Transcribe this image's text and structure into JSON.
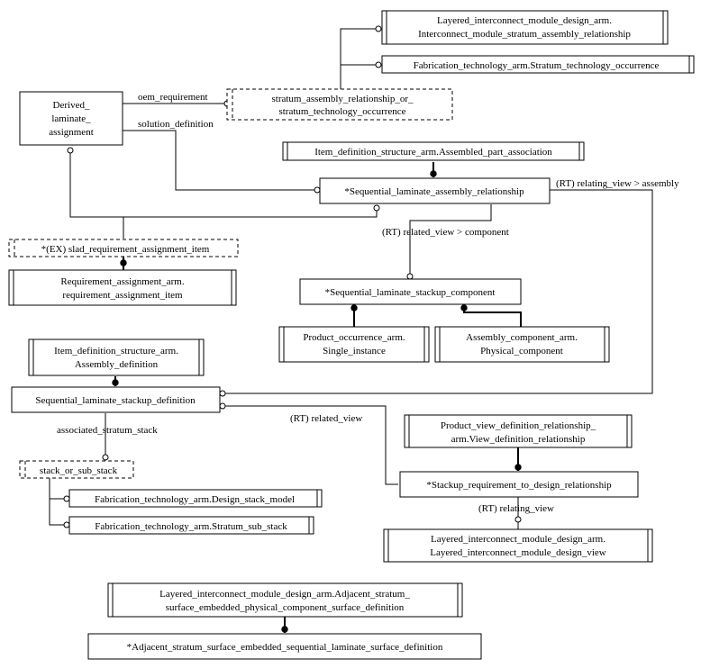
{
  "entities": {
    "derived_laminate_assignment": [
      "Derived_",
      "laminate_",
      "assignment"
    ],
    "layered_interconnect_stratum": [
      "Layered_interconnect_module_design_arm.",
      "Interconnect_module_stratum_assembly_relationship"
    ],
    "fab_stratum_tech_occ": [
      "Fabrication_technology_arm.Stratum_technology_occurrence"
    ],
    "stratum_select": [
      "stratum_assembly_relationship_or_",
      "stratum_technology_occurrence"
    ],
    "item_def_assembled": [
      "Item_definition_structure_arm.Assembled_part_association"
    ],
    "seq_laminate_assembly": [
      "*Sequential_laminate_assembly_relationship"
    ],
    "slad_select": [
      "*(EX) slad_requirement_assignment_item"
    ],
    "req_assignment": [
      "Requirement_assignment_arm.",
      "requirement_assignment_item"
    ],
    "seq_stackup_component": [
      "*Sequential_laminate_stackup_component"
    ],
    "product_occurrence": [
      "Product_occurrence_arm.",
      "Single_instance"
    ],
    "assembly_component": [
      "Assembly_component_arm.",
      "Physical_component"
    ],
    "item_def_assembly": [
      "Item_definition_structure_arm.",
      "Assembly_definition"
    ],
    "seq_stackup_definition": [
      "Sequential_laminate_stackup_definition"
    ],
    "product_view": [
      "Product_view_definition_relationship_",
      "arm.View_definition_relationship"
    ],
    "stack_select": [
      "stack_or_sub_stack"
    ],
    "design_stack_model": [
      "Fabrication_technology_arm.Design_stack_model"
    ],
    "stratum_sub_stack": [
      "Fabrication_technology_arm.Stratum_sub_stack"
    ],
    "stackup_requirement": [
      "*Stackup_requirement_to_design_relationship"
    ],
    "layered_design_view": [
      "Layered_interconnect_module_design_arm.",
      "Layered_interconnect_module_design_view"
    ],
    "adjacent_surface_def": [
      "Layered_interconnect_module_design_arm.Adjacent_stratum_",
      "surface_embedded_physical_component_surface_definition"
    ],
    "adjacent_seq_surface": [
      "*Adjacent_stratum_surface_embedded_sequential_laminate_surface_definition"
    ]
  },
  "labels": {
    "oem_requirement": "oem_requirement",
    "solution_definition": "solution_definition",
    "relating_view_assembly": "(RT) relating_view > assembly",
    "related_view_component": "(RT) related_view > component",
    "associated_stratum_stack": "associated_stratum_stack",
    "related_view": "(RT) related_view",
    "relating_view": "(RT) relating_view"
  }
}
